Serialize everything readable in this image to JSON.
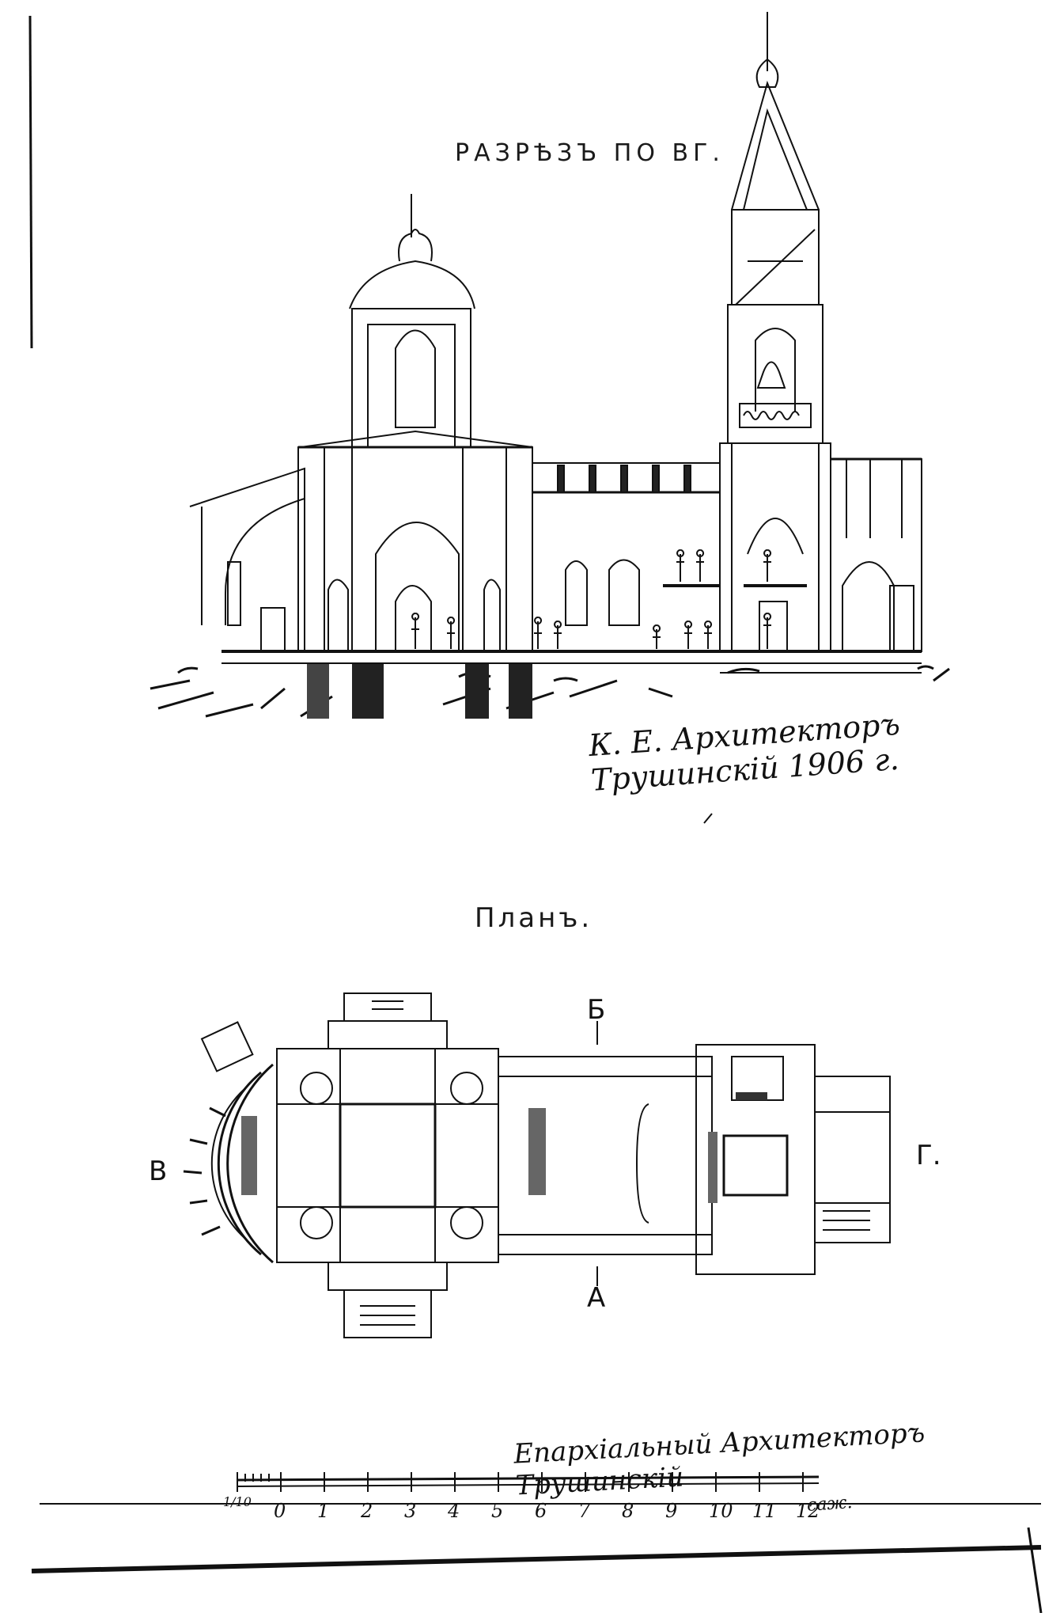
{
  "drawing": {
    "section_title": "РАЗРѢЗЪ ПО ВГ.",
    "plan_title": "Планъ.",
    "cut_labels": {
      "top": "Б",
      "bottom": "А",
      "left": "В",
      "right": "Г."
    },
    "signature_top": "К. Е. Архитекторъ Трушинскій 1906 г.",
    "signature_bottom": "Епархіальный Архитекторъ Трушинскій",
    "scale": {
      "fraction": "1/10",
      "numbers": [
        "0",
        "1",
        "2",
        "3",
        "4",
        "5",
        "6",
        "7",
        "8",
        "9",
        "10",
        "11",
        "12"
      ],
      "unit": "саж."
    }
  }
}
